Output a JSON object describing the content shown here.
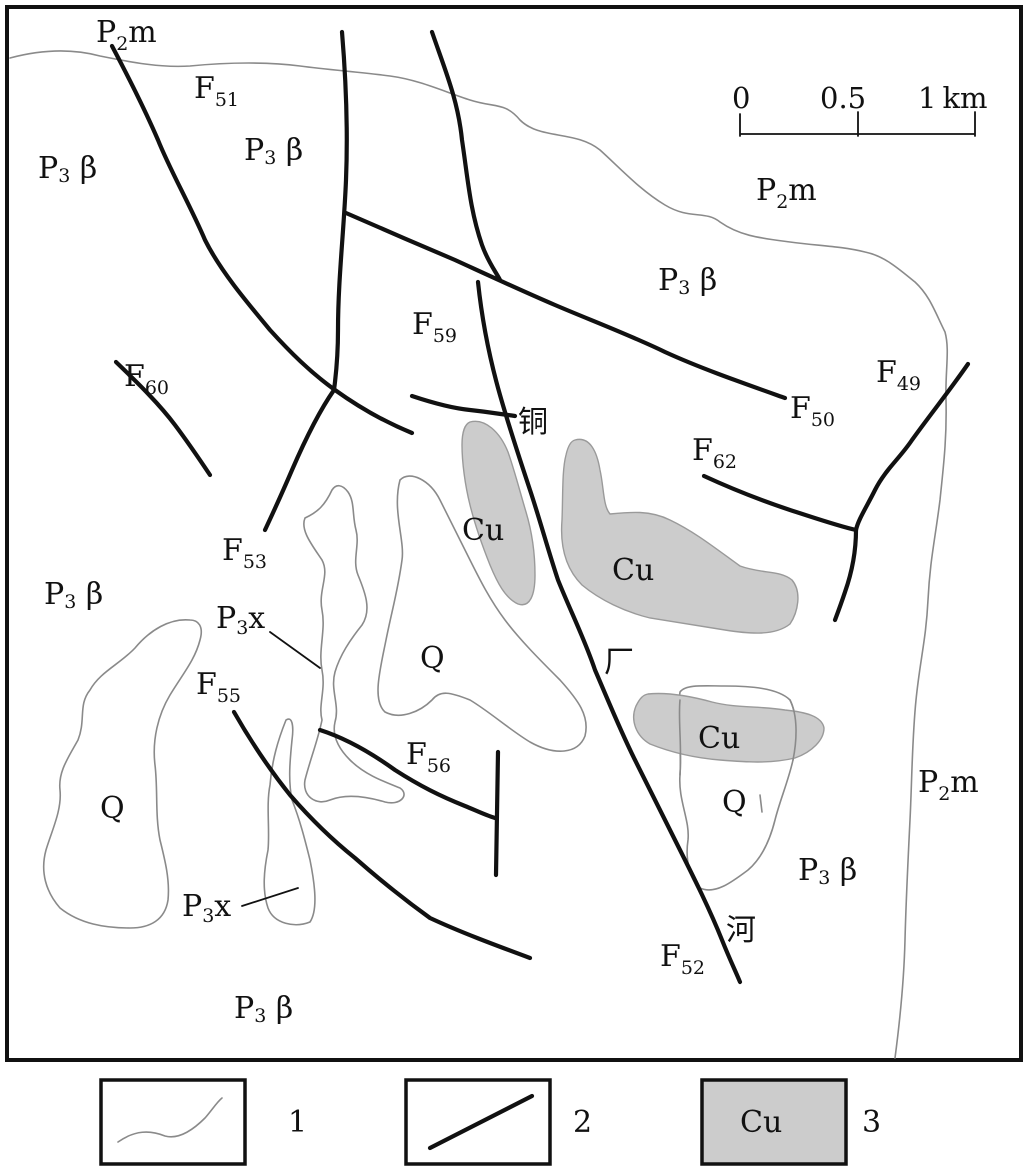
{
  "colors": {
    "background": "#ffffff",
    "fault": "#111111",
    "boundary": "#8a8a8a",
    "ore_fill": "#cccccc"
  },
  "scale": {
    "ticks": [
      "0",
      "0.5",
      "1"
    ],
    "unit": "km"
  },
  "labels": {
    "p2m_nw": {
      "base": "P",
      "sub": "2",
      "tail": "m"
    },
    "p2m_ne": {
      "base": "P",
      "sub": "2",
      "tail": "m"
    },
    "p2m_e": {
      "base": "P",
      "sub": "2",
      "tail": "m"
    },
    "p3b_w": {
      "base": "P",
      "sub": "3",
      "tail": " β"
    },
    "p3b_n": {
      "base": "P",
      "sub": "3",
      "tail": " β"
    },
    "p3b_ne": {
      "base": "P",
      "sub": "3",
      "tail": " β"
    },
    "p3b_sw": {
      "base": "P",
      "sub": "3",
      "tail": " β"
    },
    "p3b_s": {
      "base": "P",
      "sub": "3",
      "tail": " β"
    },
    "p3b_se": {
      "base": "P",
      "sub": "3",
      "tail": " β"
    },
    "p3x_n": {
      "base": "P",
      "sub": "3",
      "tail": "x"
    },
    "p3x_s": {
      "base": "P",
      "sub": "3",
      "tail": "x"
    },
    "q_center": "Q",
    "q_sw": "Q",
    "q_se": "Q",
    "cu_1": "Cu",
    "cu_2": "Cu",
    "cu_3": "Cu"
  },
  "faults": {
    "f51": {
      "base": "F",
      "sub": "51"
    },
    "f59": {
      "base": "F",
      "sub": "59"
    },
    "f60": {
      "base": "F",
      "sub": "60"
    },
    "f50": {
      "base": "F",
      "sub": "50"
    },
    "f49": {
      "base": "F",
      "sub": "49"
    },
    "f62": {
      "base": "F",
      "sub": "62"
    },
    "f53": {
      "base": "F",
      "sub": "53"
    },
    "f55": {
      "base": "F",
      "sub": "55"
    },
    "f56": {
      "base": "F",
      "sub": "56"
    },
    "f52": {
      "base": "F",
      "sub": "52"
    }
  },
  "place_name": [
    "铜",
    "厂",
    "河"
  ],
  "legend": [
    {
      "number": "1",
      "symbol": "boundary-line"
    },
    {
      "number": "2",
      "symbol": "fault-line"
    },
    {
      "number": "3",
      "symbol": "ore-body",
      "text": "Cu"
    }
  ]
}
